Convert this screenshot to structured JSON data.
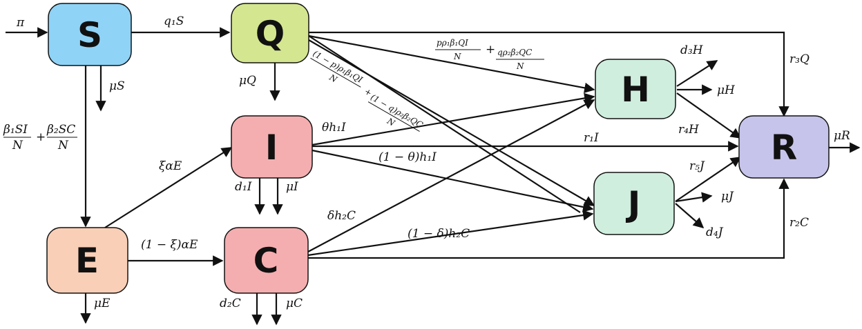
{
  "nodes": {
    "S": {
      "label": "S",
      "color": "#8fd3f7"
    },
    "Q": {
      "label": "Q",
      "color": "#d4e68f"
    },
    "I": {
      "label": "I",
      "color": "#f4aeb0"
    },
    "E": {
      "label": "E",
      "color": "#f9cfb8"
    },
    "C": {
      "label": "C",
      "color": "#f4aeb0"
    },
    "H": {
      "label": "H",
      "color": "#cfeede"
    },
    "J": {
      "label": "J",
      "color": "#cfeede"
    },
    "R": {
      "label": "R",
      "color": "#c6c4ea"
    }
  },
  "edges": {
    "pi": "π",
    "q1S": "q₁S",
    "muS": "μS",
    "betaS_a": "β₁SI",
    "betaS_b": "N",
    "betaS_c": "β₂SC",
    "betaS_d": "N",
    "betaS_plus": "+",
    "muQ": "μQ",
    "pQ_a": "pρ₁β₁QI",
    "pQ_b": "N",
    "pQ_plus": "+",
    "pQ_c": "qρ₂β₂QC",
    "pQ_d": "N",
    "oneminusp_a": "(1 − p)ρ₁β₁QI",
    "oneminusp_b": "N",
    "oneminusp_plus": "+",
    "oneminusp_c": "(1 − q)ρ₂β₂QC",
    "oneminusp_d": "N",
    "r3Q": "r₃Q",
    "d3H": "d₃H",
    "muH": "μH",
    "r4H": "r₄H",
    "thetah1I": "θh₁I",
    "r1I": "r₁I",
    "oneminustheta": "(1 − θ)h₁I",
    "xialphaE": "ξαE",
    "d1I": "d₁I",
    "muI": "μI",
    "muR": "μR",
    "r5J": "r₅J",
    "muJ": "μJ",
    "d4J": "d₄J",
    "deltah2C": "δh₂C",
    "oneminusdelta": "(1 − δ)h₂C",
    "oneminusxi": "(1 − ξ)αE",
    "r2C": "r₂C",
    "muE": "μE",
    "d2C": "d₂C",
    "muC": "μC"
  }
}
